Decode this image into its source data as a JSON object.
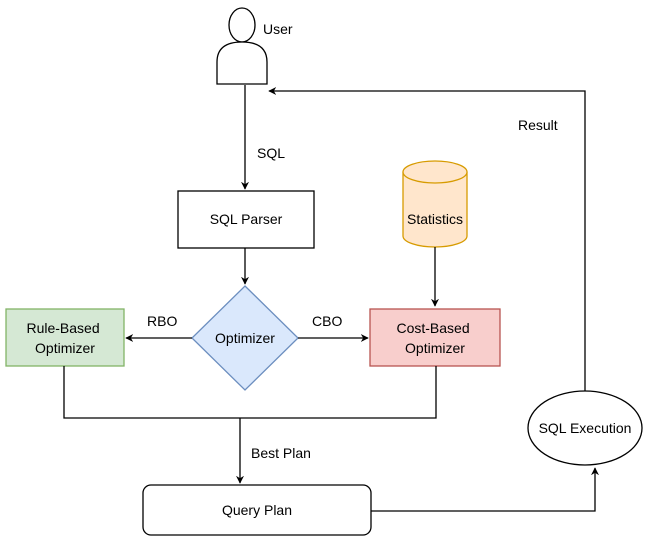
{
  "nodes": {
    "user": "User",
    "sql_parser": "SQL Parser",
    "statistics": "Statistics",
    "optimizer": "Optimizer",
    "rbo_optimizer": [
      "Rule-Based",
      "Optimizer"
    ],
    "cbo_optimizer": [
      "Cost-Based",
      "Optimizer"
    ],
    "sql_execution": "SQL Execution",
    "query_plan": "Query Plan"
  },
  "edges": {
    "sql": "SQL",
    "rbo": "RBO",
    "cbo": "CBO",
    "best_plan": "Best Plan",
    "result": "Result"
  },
  "colors": {
    "statistics_fill": "#ffe6cc",
    "statistics_stroke": "#d79b00",
    "optimizer_fill": "#dae8fc",
    "optimizer_stroke": "#6c8ebf",
    "rbo_fill": "#d5e8d4",
    "rbo_stroke": "#82b366",
    "cbo_fill": "#f8cecc",
    "cbo_stroke": "#b85450"
  }
}
